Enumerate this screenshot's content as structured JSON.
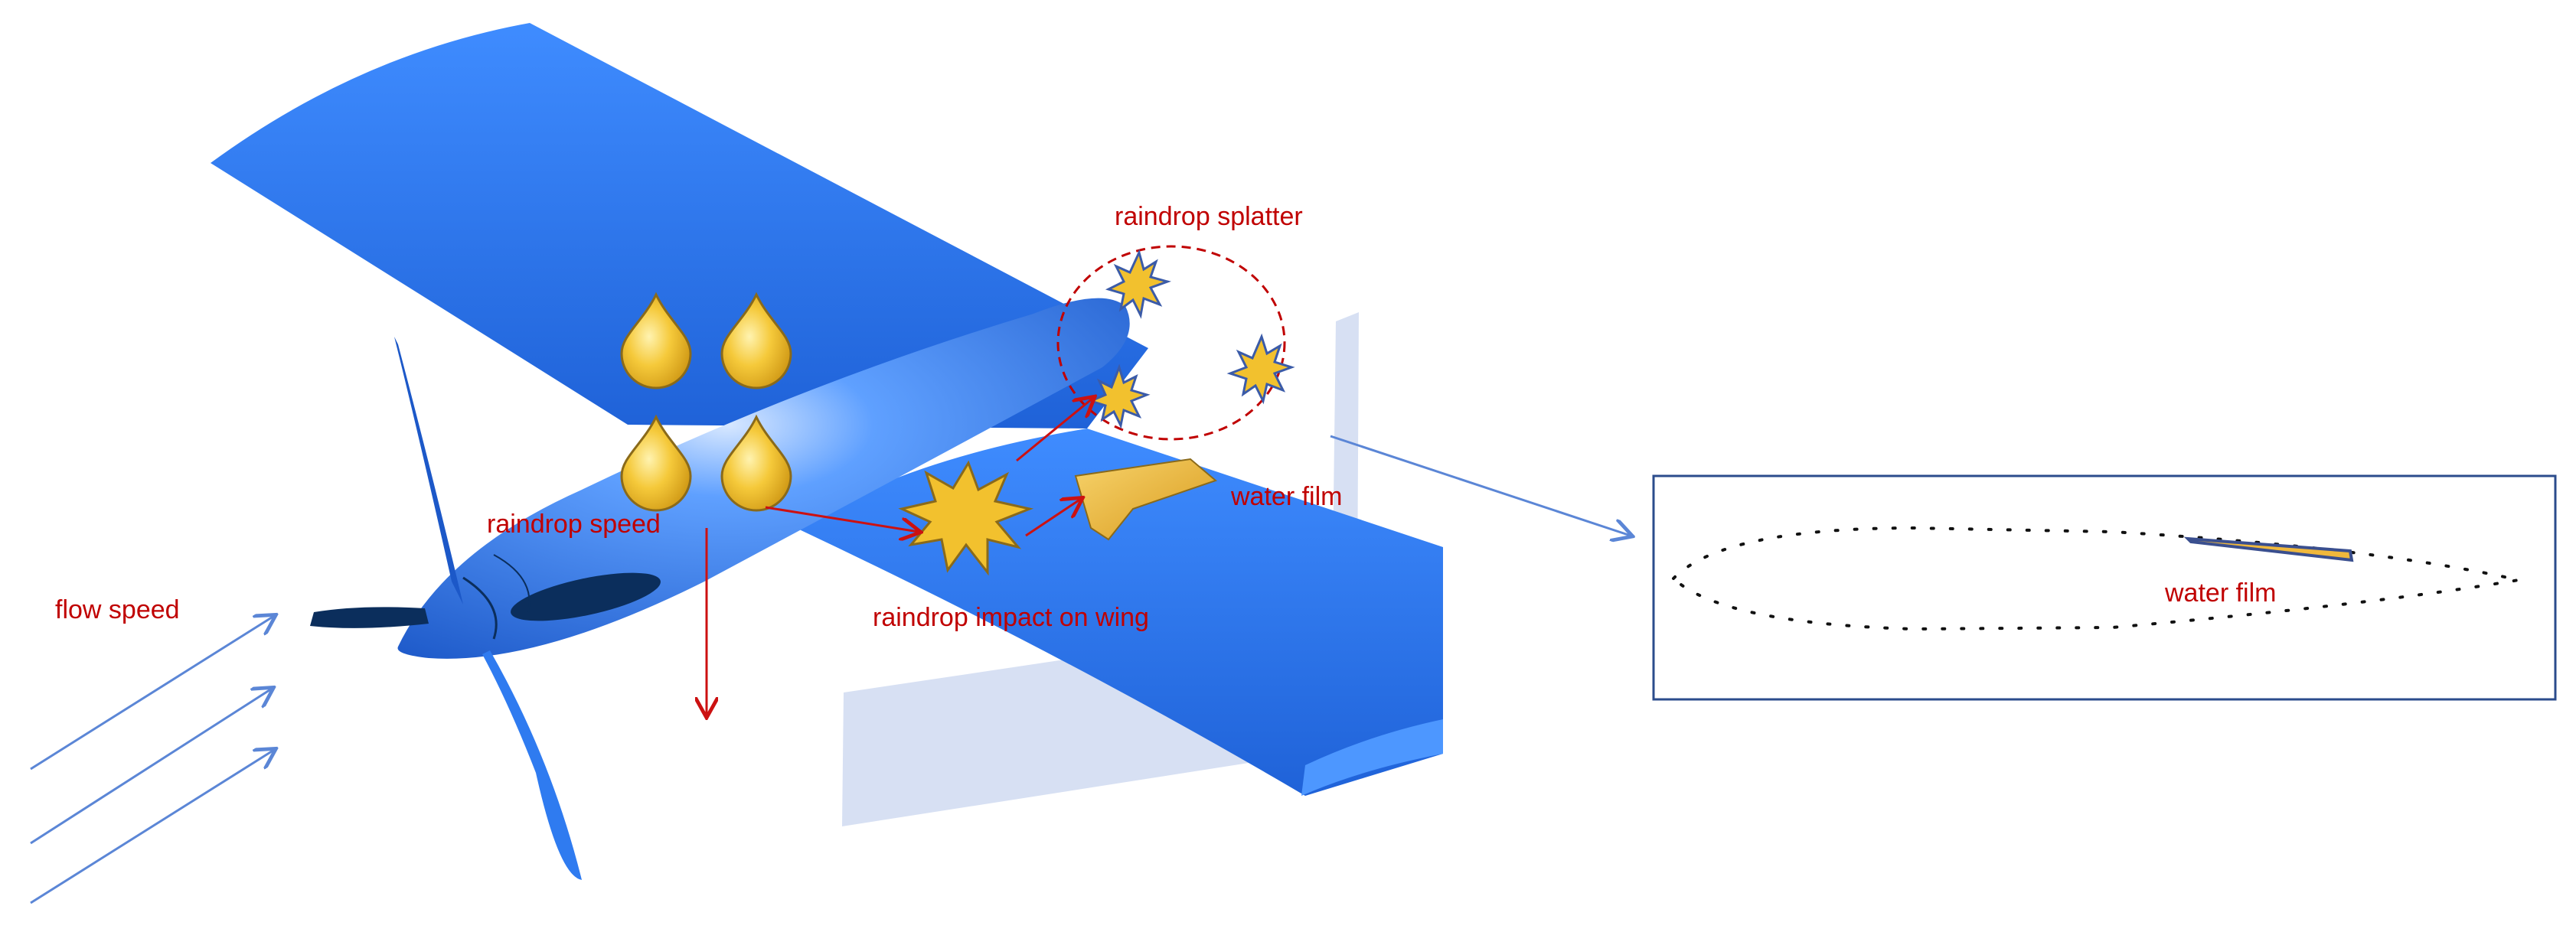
{
  "labels": {
    "flow_speed": "flow speed",
    "raindrop_speed": "raindrop speed",
    "raindrop_impact": "raindrop impact on wing",
    "raindrop_splatter": "raindrop splatter",
    "water_film_wing": "water film",
    "water_film_inset": "water film"
  },
  "colors": {
    "aircraft_blue": "#2f7bf0",
    "aircraft_dark": "#0b2e5c",
    "label_red": "#c00000",
    "arrow_red": "#cc1111",
    "flow_arrow_blue": "#5b86d6",
    "droplet_gold": "#f2c12e",
    "droplet_outline": "#8a6a1a",
    "splash_outline": "#3b5ba8",
    "section_plane": "#c9d5ef",
    "inset_border": "#2b4c8c",
    "water_film_fill": "#f0b83c",
    "water_film_edge": "#3a4f8f"
  },
  "icons": {
    "droplet": "droplet-icon",
    "impact": "impact-burst-icon",
    "splatter": "splatter-burst-icon",
    "water_film": "water-film-patch-icon"
  }
}
